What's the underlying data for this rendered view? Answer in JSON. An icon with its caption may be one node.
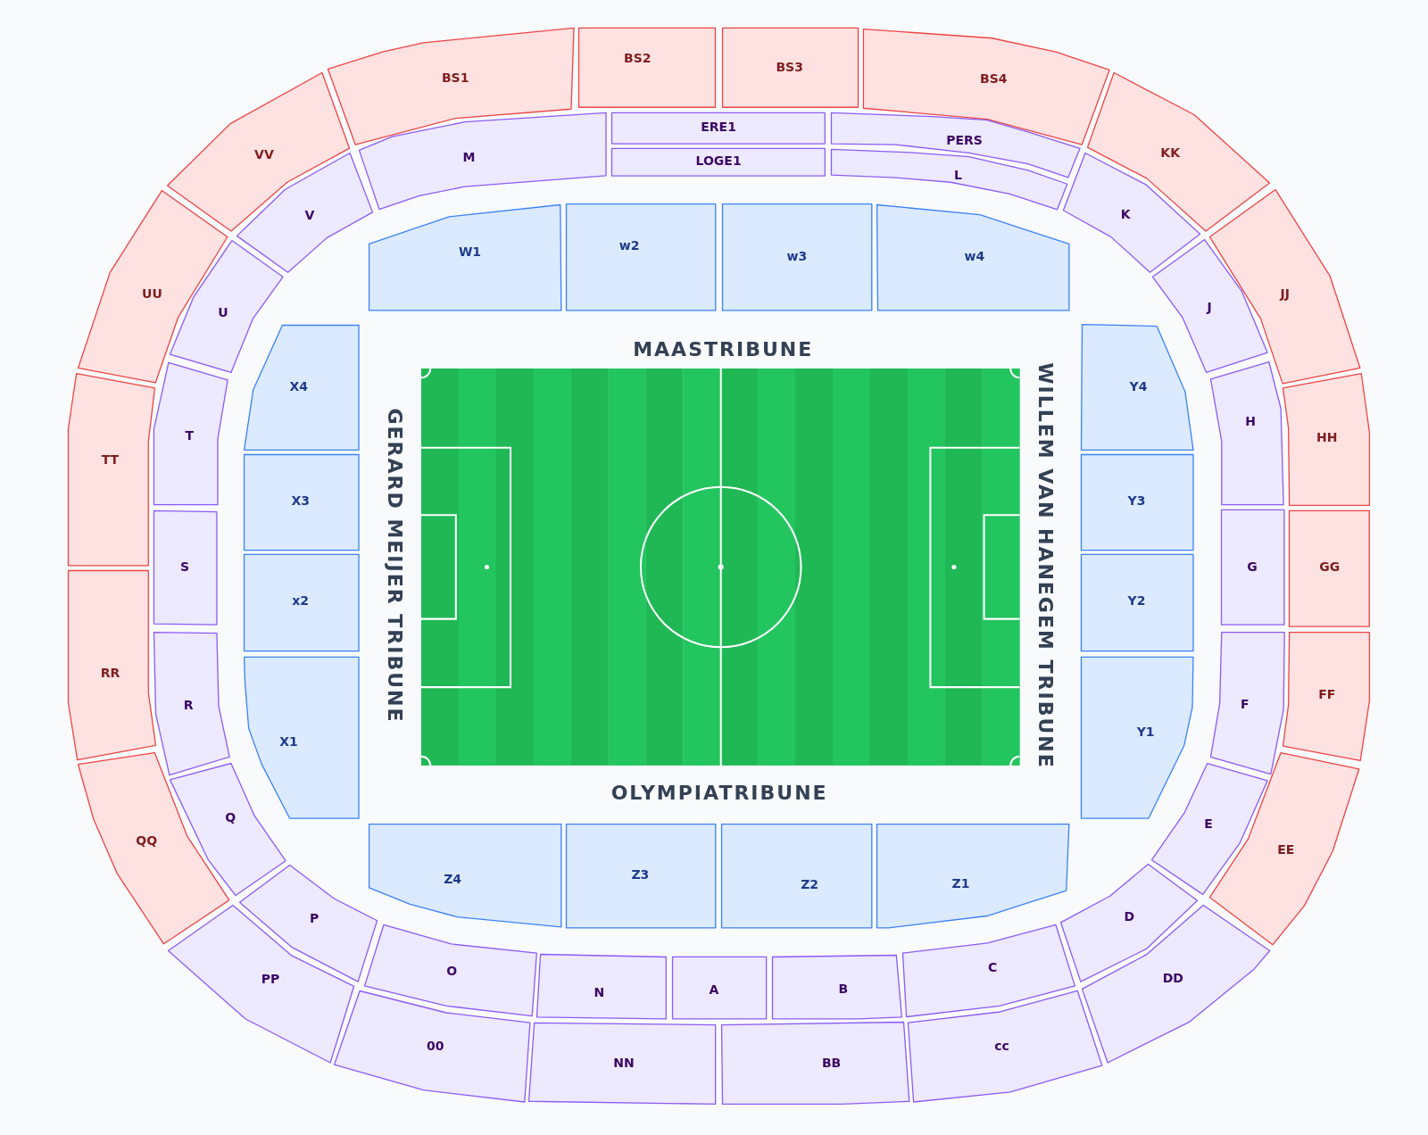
{
  "diagram": {
    "nodes": [
      {
        "text": [
          "BS1"
        ]
      },
      {
        "text": [
          "BS2"
        ]
      },
      {
        "text": [
          "BS3"
        ]
      },
      {
        "text": [
          "BS4"
        ]
      },
      {
        "text": [
          "VV"
        ]
      },
      {
        "text": [
          "M"
        ]
      },
      {
        "text": [
          "ERE1"
        ]
      },
      {
        "text": [
          "LOGE1"
        ]
      },
      {
        "text": [
          "PERS"
        ]
      },
      {
        "text": [
          "L"
        ]
      },
      {
        "text": [
          "KK"
        ]
      },
      {
        "text": [
          "V"
        ]
      },
      {
        "text": [
          "K"
        ]
      },
      {
        "text": [
          "UU"
        ]
      },
      {
        "text": [
          "U"
        ]
      },
      {
        "text": [
          "W1"
        ]
      },
      {
        "text": [
          "w2"
        ]
      },
      {
        "text": [
          "w3"
        ]
      },
      {
        "text": [
          "w4"
        ]
      },
      {
        "text": [
          "J"
        ]
      },
      {
        "text": [
          "JJ"
        ]
      },
      {
        "text": [
          "TT"
        ]
      },
      {
        "text": [
          "T"
        ]
      },
      {
        "text": [
          "X4"
        ]
      },
      {
        "text": [
          "Y4"
        ]
      },
      {
        "text": [
          "H"
        ]
      },
      {
        "text": [
          "HH"
        ]
      },
      {
        "text": [
          "X3"
        ]
      },
      {
        "text": [
          "Y3"
        ]
      },
      {
        "text": [
          "S"
        ]
      },
      {
        "text": [
          "x2"
        ]
      },
      {
        "text": [
          "Y2"
        ]
      },
      {
        "text": [
          "G"
        ]
      },
      {
        "text": [
          "GG"
        ]
      },
      {
        "text": [
          "RR"
        ]
      },
      {
        "text": [
          "R"
        ]
      },
      {
        "text": [
          "X1"
        ]
      },
      {
        "text": [
          "Y1"
        ]
      },
      {
        "text": [
          "F"
        ]
      },
      {
        "text": [
          "FF"
        ]
      },
      {
        "text": [
          "QQ"
        ]
      },
      {
        "text": [
          "Q"
        ]
      },
      {
        "text": [
          "E"
        ]
      },
      {
        "text": [
          "EE"
        ]
      },
      {
        "text": [
          "Z4"
        ]
      },
      {
        "text": [
          "Z3"
        ]
      },
      {
        "text": [
          "Z2"
        ]
      },
      {
        "text": [
          "Z1"
        ]
      },
      {
        "text": [
          "P"
        ]
      },
      {
        "text": [
          "D"
        ]
      },
      {
        "text": [
          "PP"
        ]
      },
      {
        "text": [
          "O"
        ]
      },
      {
        "text": [
          "N"
        ]
      },
      {
        "text": [
          "A"
        ]
      },
      {
        "text": [
          "B"
        ]
      },
      {
        "text": [
          "C"
        ]
      },
      {
        "text": [
          "DD"
        ]
      },
      {
        "text": [
          "00"
        ]
      },
      {
        "text": [
          "NN"
        ]
      },
      {
        "text": [
          "BB"
        ]
      },
      {
        "text": [
          "cc"
        ]
      }
    ],
    "labels": [
      "MAASTRIBUNE",
      "GERARD MEIJER TRIBUNE",
      "WILLEM VAN HANEGEM TRIBUNE",
      "OLYMPIATRIBUNE"
    ]
  }
}
